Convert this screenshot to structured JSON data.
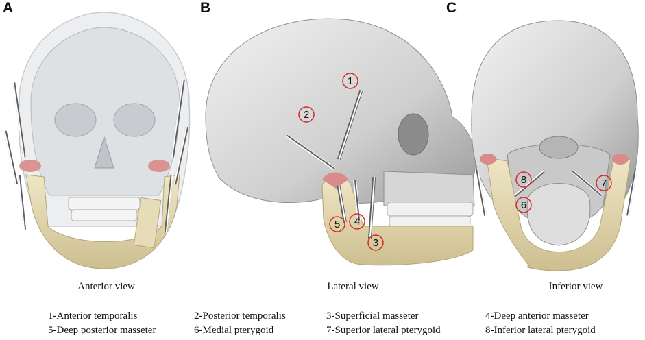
{
  "panels": [
    {
      "letter": "A",
      "caption": "Anterior view"
    },
    {
      "letter": "B",
      "caption": "Lateral view"
    },
    {
      "letter": "C",
      "caption": "Inferior view"
    }
  ],
  "markers": {
    "lateral": [
      "1",
      "2",
      "3",
      "4",
      "5"
    ],
    "inferior": [
      "6",
      "7",
      "8"
    ]
  },
  "legend": [
    "1-Anterior temporalis",
    "2-Posterior temporalis",
    "3-Superficial masseter",
    "4-Deep anterior masseter",
    "5-Deep posterior masseter",
    "6-Medial pterygoid",
    "7-Superior lateral pterygoid",
    "8-Inferior lateral pterygoid"
  ],
  "colors": {
    "bone": "#d8d8d8",
    "mandible": "#e6dcb8",
    "disc": "#d98a8a",
    "marker": "#d62a2a",
    "spring": "#6a6a6a"
  }
}
